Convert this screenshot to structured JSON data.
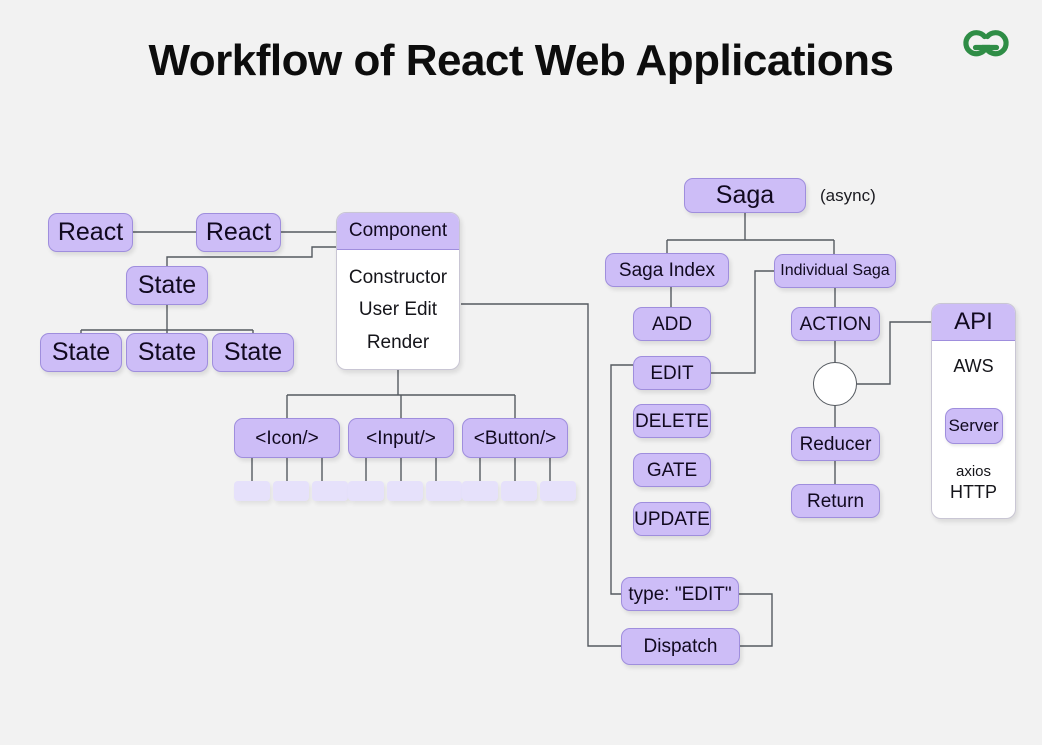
{
  "page": {
    "title": "Workflow of React Web Applications",
    "background_color": "#f2f2f2",
    "logo_name": "geeksforgeeks-logo",
    "logo_color": "#2f8d46"
  },
  "colors": {
    "node_fill": "#cdbdf7",
    "node_border": "#9f8edd",
    "chip_fill": "#e6e1fb",
    "card_body_fill": "#ffffff",
    "connector": "#555a60",
    "text": "#11091f"
  },
  "react_tree": {
    "root_label": "React",
    "second_label": "React",
    "state_parent_label": "State",
    "state_children": [
      "State",
      "State",
      "State"
    ]
  },
  "component_card": {
    "header": "Component",
    "lines": [
      "Constructor",
      "User Edit",
      "Render"
    ]
  },
  "elements_row": {
    "nodes": [
      "<Icon/>",
      "<Input/>",
      "<Button/>"
    ],
    "leaf_count_per_node": 3
  },
  "saga_branch": {
    "root_label": "Saga",
    "async_note": "(async)",
    "index_label": "Saga Index",
    "index_actions": [
      "ADD",
      "EDIT",
      "DELETE",
      "GATE",
      "UPDATE"
    ],
    "individual_label": "Individual Saga",
    "action_label": "ACTION",
    "junction_name": "saga-api-junction",
    "reducer_label": "Reducer",
    "return_label": "Return"
  },
  "dispatch_branch": {
    "type_label": "type: \"EDIT\"",
    "dispatch_label": "Dispatch"
  },
  "api_card": {
    "header": "API",
    "top_line": "AWS",
    "server_label": "Server",
    "bottom_lines": [
      "axios",
      "HTTP"
    ]
  }
}
